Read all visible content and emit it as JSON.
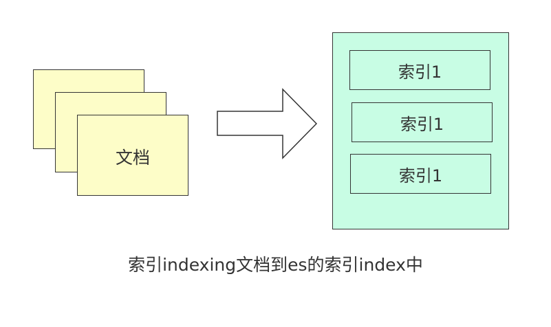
{
  "documents": {
    "label": "文档"
  },
  "index": {
    "items": [
      {
        "label": "索引1"
      },
      {
        "label": "索引1"
      },
      {
        "label": "索引1"
      }
    ]
  },
  "caption": "索引indexing文档到es的索引index中",
  "colors": {
    "document_fill": "#fdfdc8",
    "index_fill": "#c8fde4",
    "stroke": "#333333",
    "arrow_fill": "#ffffff"
  }
}
